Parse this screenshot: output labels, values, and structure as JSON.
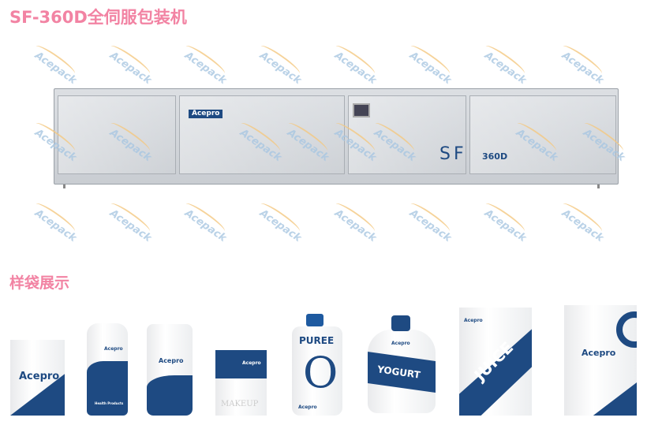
{
  "header": {
    "title": "SF-360D全伺服包装机"
  },
  "machine": {
    "brand": "Acepro",
    "model_letters": "SF",
    "model_number": "360D",
    "watermark": "Acepack"
  },
  "samples": {
    "title": "样袋展示",
    "bags": [
      {
        "brand": "Acepro"
      },
      {
        "brand": "Acepro",
        "caption": "Health Products"
      },
      {
        "brand": "Acepro"
      },
      {
        "brand": "Acepro",
        "caption": "MAKEUP"
      },
      {
        "brand": "Acepro",
        "caption": "PUREE",
        "big_letter": "O"
      },
      {
        "brand": "Acepro",
        "caption": "YOGURT"
      },
      {
        "brand": "Acepro",
        "caption": "JUICE"
      },
      {
        "brand": "Acepro"
      }
    ]
  },
  "colors": {
    "accent": "#f283a3",
    "navy": "#1e4a82"
  }
}
